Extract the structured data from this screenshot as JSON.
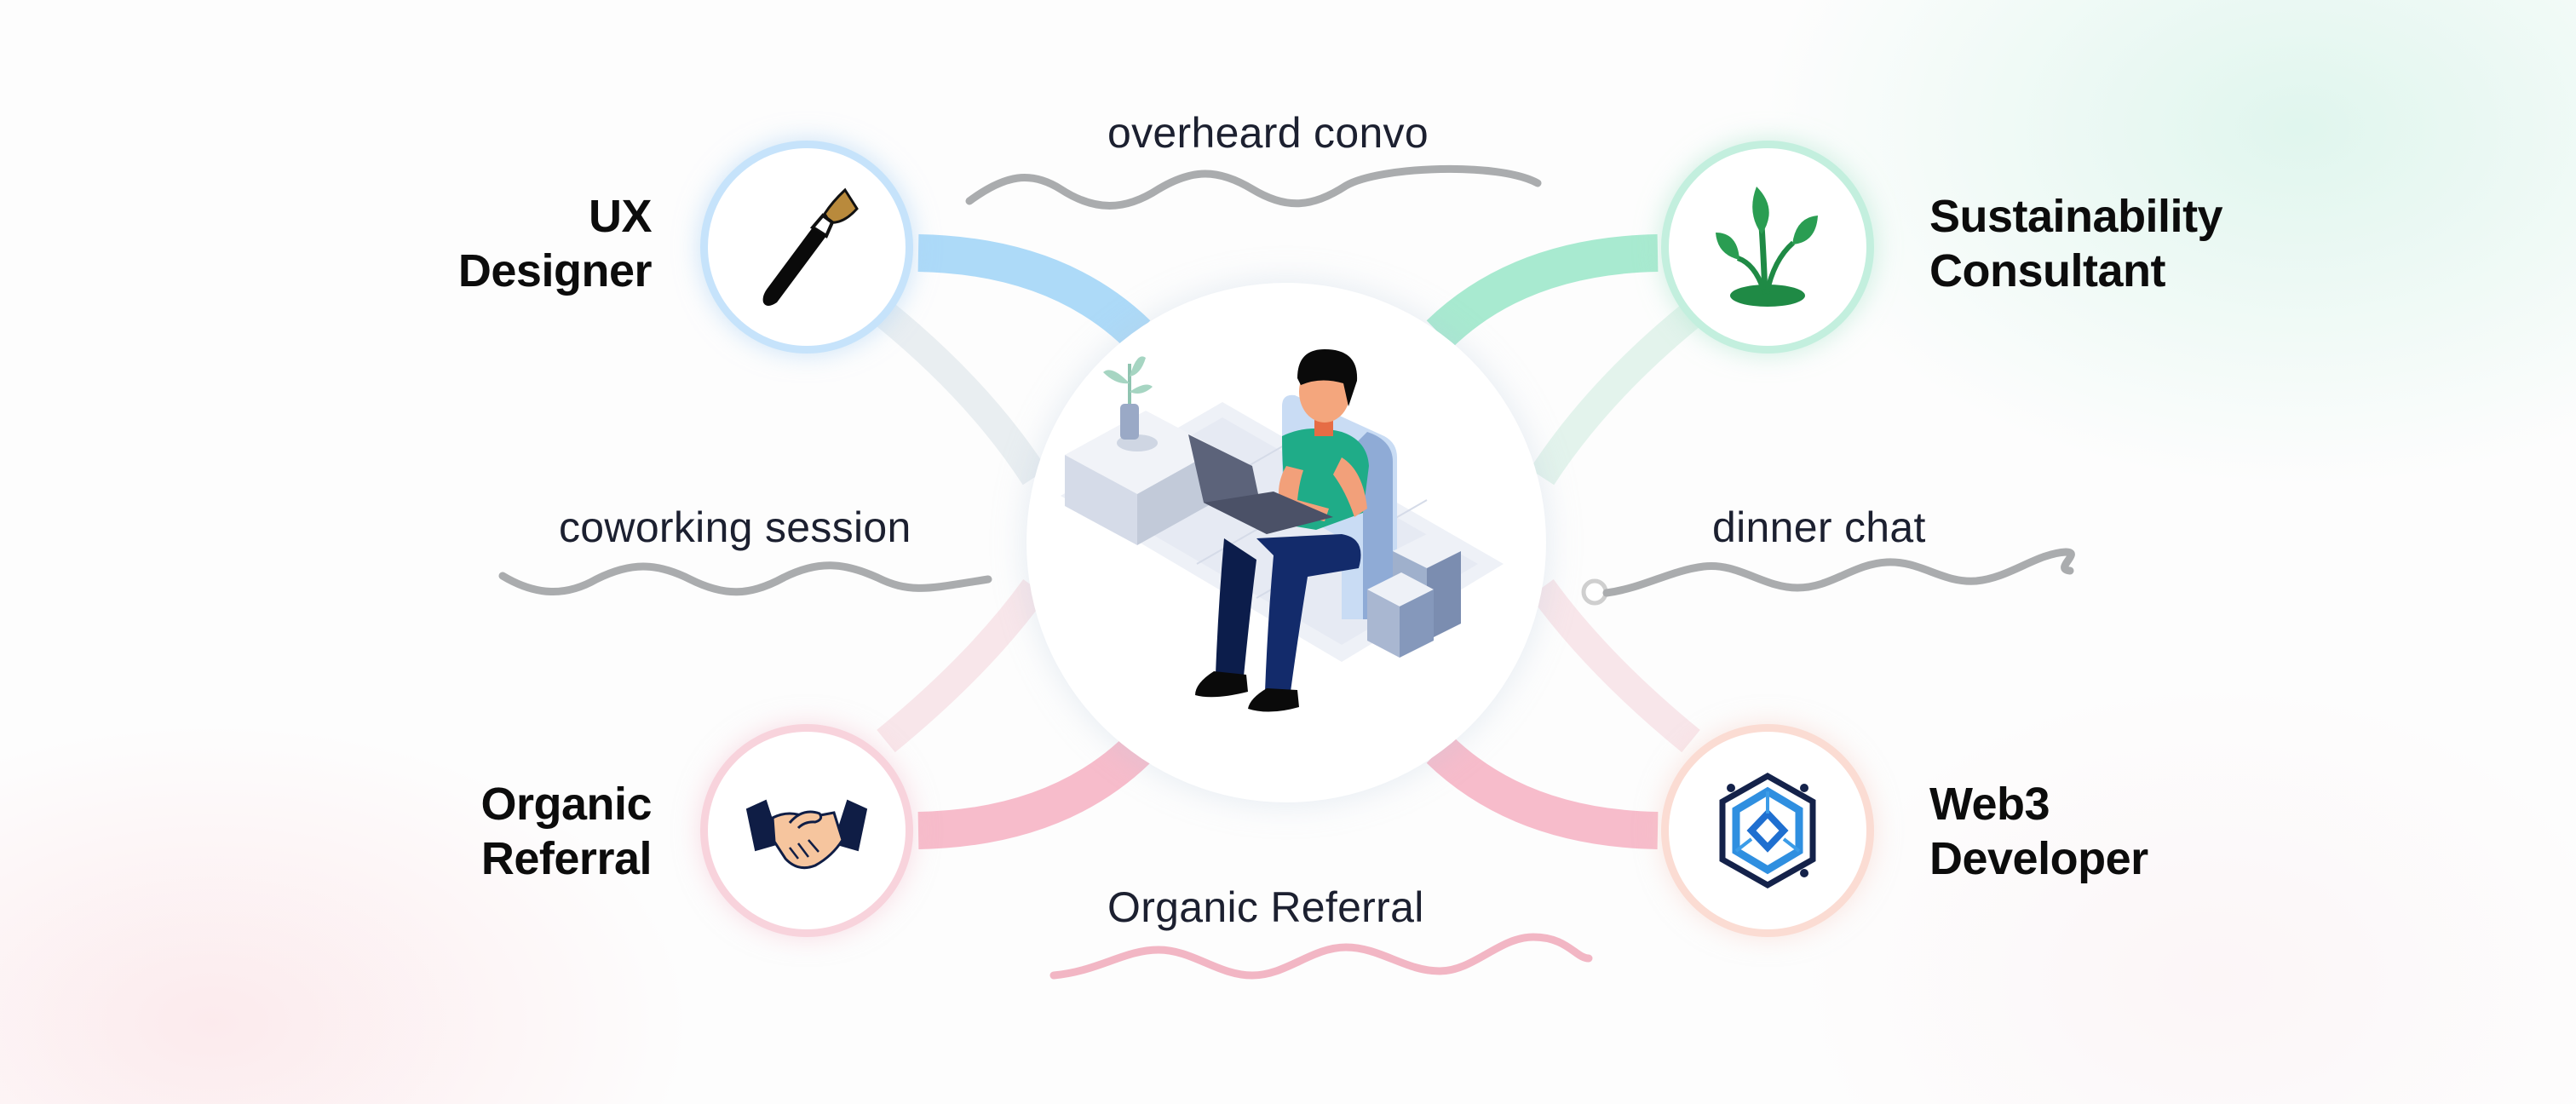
{
  "diagram": {
    "center": {
      "illustration": "person-with-laptop-icon",
      "description": "Person sitting on a chair working on a laptop next to a plant"
    },
    "nodes": [
      {
        "id": "ux",
        "line1": "UX",
        "line2": "Designer",
        "icon": "paintbrush-icon",
        "ring_color": "#c6e3fb",
        "connector_color": "#a9d8f8"
      },
      {
        "id": "sustainability",
        "line1": "Sustainability",
        "line2": "Consultant",
        "icon": "sprout-icon",
        "ring_color": "#c3efde",
        "connector_color": "#a8eacf"
      },
      {
        "id": "referral",
        "line1": "Organic",
        "line2": "Referral",
        "icon": "handshake-icon",
        "ring_color": "#f8d3dc",
        "connector_color": "#f6b9c8"
      },
      {
        "id": "web3",
        "line1": "Web3",
        "line2": "Developer",
        "icon": "blockchain-hexagon-icon",
        "ring_color": "#fbdcd3",
        "connector_color": "#f6b9c8"
      }
    ],
    "channels": [
      {
        "label": "overheard convo",
        "wave_color": "#a9abad"
      },
      {
        "label": "coworking session",
        "wave_color": "#a9abad"
      },
      {
        "label": "dinner chat",
        "wave_color": "#a9abad"
      },
      {
        "label": "Organic Referral",
        "wave_color": "#f2b6c4"
      }
    ]
  }
}
